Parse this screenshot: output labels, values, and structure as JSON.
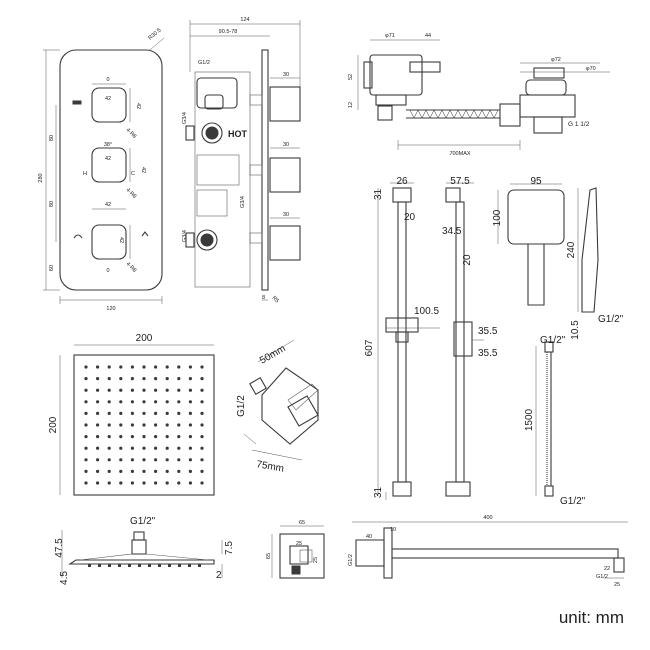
{
  "panel": {
    "width": "120",
    "height": "280",
    "radius": "R30.5",
    "spacing_top": "80",
    "spacing_bottom": "60",
    "top_offset": "60",
    "mark_top": "0",
    "mark_mid": "38°",
    "mark_hot": "H",
    "mark_cold": "C",
    "mark_bottom": "0",
    "knob_w": "42",
    "knob_h": "42",
    "knob_r": "4-R8"
  },
  "valve": {
    "total_width": "124",
    "depth_range": "90.5-78",
    "inlet": "G1/2",
    "outlet": "G3/4",
    "stem": "30",
    "hot_label": "HOT",
    "bottom_a": "8",
    "bottom_b": "R5"
  },
  "waste": {
    "d71": "φ71",
    "d72": "φ72",
    "d70": "φ70",
    "h52": "52",
    "h44": "44",
    "length": "700MAX",
    "thread": "G 1 1/2",
    "n2": "12"
  },
  "riser_rail": {
    "top_w": "26",
    "bracket_gap": "20",
    "length": "607",
    "holder_w": "100.5",
    "side_w": "57.5",
    "side_a": "34.5",
    "side_b": "20",
    "slider_a": "35.5",
    "slider_b": "35.5",
    "bottom": "31"
  },
  "handset": {
    "width": "95",
    "head": "100",
    "length": "240",
    "bottom": "10.5",
    "thread": "G1/2\""
  },
  "hose": {
    "top_thread": "G1/2\"",
    "length": "1500",
    "bottom_thread": "G1/2\""
  },
  "shower_head": {
    "width": "200",
    "height": "200",
    "thread": "G1/2\"",
    "side_h": "47.5",
    "thickness": "4.5",
    "nut": "7.5",
    "edge": "2"
  },
  "elbow": {
    "thread": "G1/2",
    "a": "50mm",
    "b": "75mm"
  },
  "wall_plate": {
    "w": "65",
    "h": "65",
    "inner_a": "25",
    "inner_b": "25"
  },
  "arm": {
    "length": "400",
    "plate": "10",
    "d40": "40",
    "thread_l": "G1/2",
    "d22": "22",
    "thread_r": "G1/2",
    "d25": "25"
  },
  "footer": {
    "unit": "unit: mm"
  }
}
